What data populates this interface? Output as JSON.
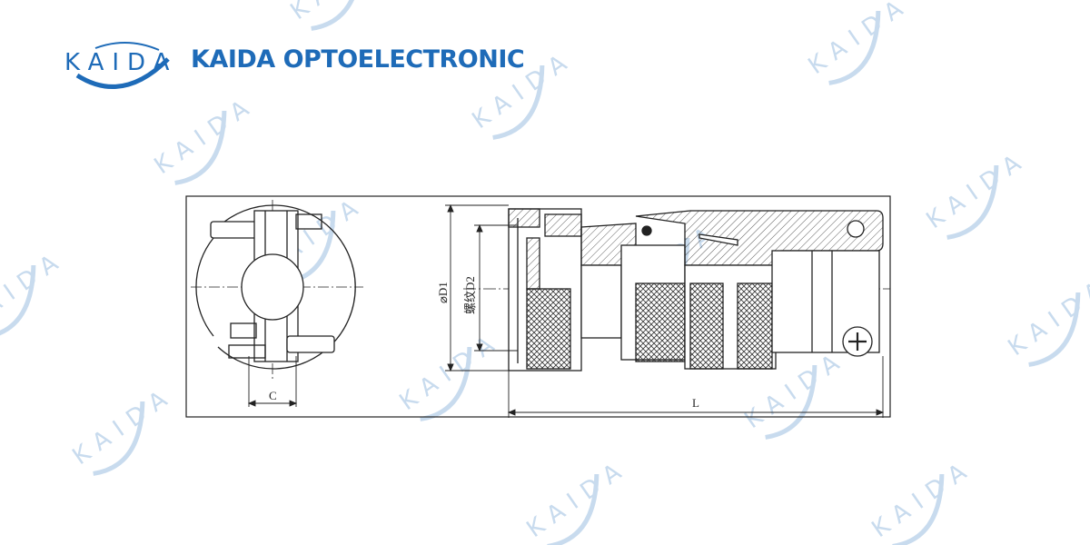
{
  "brand": {
    "logo_text": "KAIDA",
    "name": "KAIDA OPTOELECTRONIC",
    "color": "#1e6bb8"
  },
  "watermark": {
    "text": "KAIDA",
    "color": "#c8dbee"
  },
  "drawing": {
    "label_c": "C",
    "label_d1": "⌀D1",
    "label_d2": "螺纹D2",
    "label_l": "L"
  }
}
